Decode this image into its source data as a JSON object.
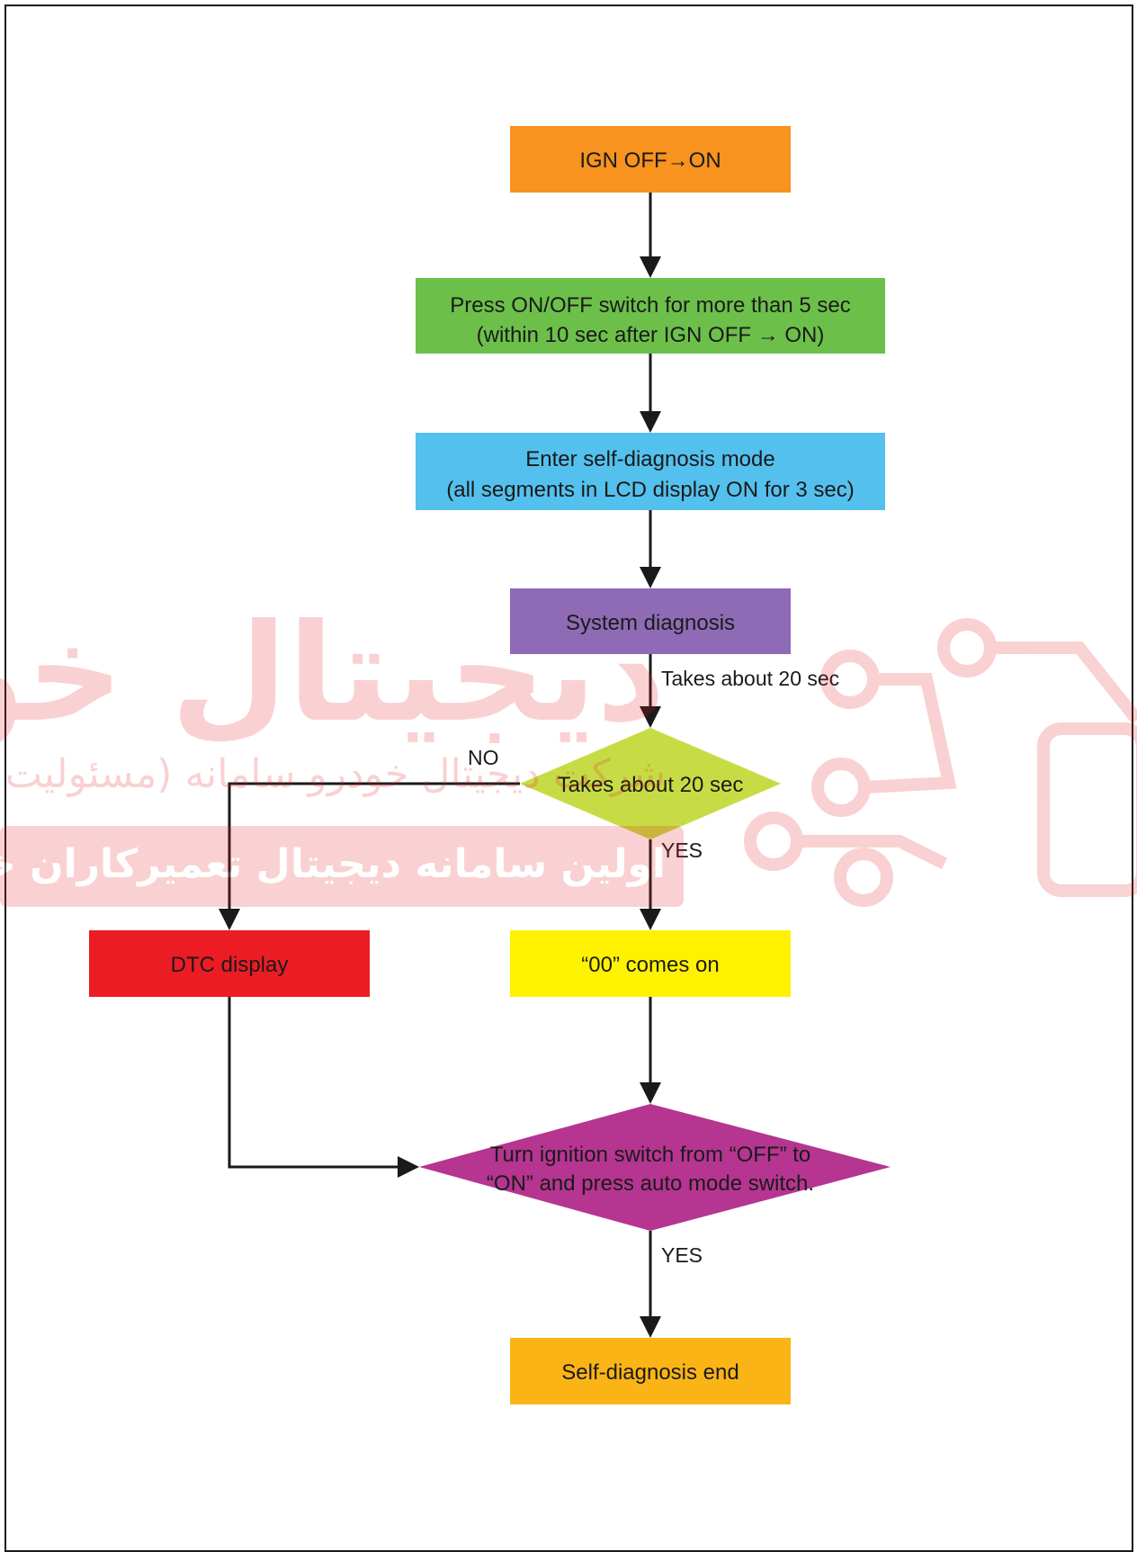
{
  "diagram": {
    "nodes": {
      "ign": {
        "lines": [
          "IGN OFF→ON"
        ],
        "color": "#f7931e"
      },
      "press": {
        "lines": [
          "Press ON/OFF switch for more than 5 sec",
          "(within 10 sec after IGN OFF → ON)"
        ],
        "color": "#6cc04a"
      },
      "enter": {
        "lines": [
          "Enter self-diagnosis mode",
          "(all segments in LCD display ON for 3 sec)"
        ],
        "color": "#54c0ee"
      },
      "system": {
        "lines": [
          "System diagnosis"
        ],
        "color": "#8e6bb4"
      },
      "decision1": {
        "lines": [
          "Takes about 20 sec"
        ],
        "color": "#c7dc44"
      },
      "dtc": {
        "lines": [
          "DTC display"
        ],
        "color": "#ec1c24"
      },
      "comes_on": {
        "lines": [
          "“00” comes on"
        ],
        "color": "#fff200"
      },
      "decision2": {
        "lines": [
          "Turn ignition switch from “OFF” to",
          "“ON” and press auto mode switch."
        ],
        "color": "#b53591"
      },
      "end": {
        "lines": [
          "Self-diagnosis end"
        ],
        "color": "#fbb416"
      }
    },
    "edge_labels": {
      "takes_time": "Takes about 20 sec",
      "no": "NO",
      "yes1": "YES",
      "yes2": "YES"
    }
  },
  "watermark": {
    "logo_text": "دیجیتال خودرو",
    "line1": "شرکت دیجیتال خودرو سامانه (مسئولیت محدود)",
    "line2": "اولین سامانه دیجیتال تعمیرکاران خودرو در ایران",
    "color": "#e31e24"
  }
}
